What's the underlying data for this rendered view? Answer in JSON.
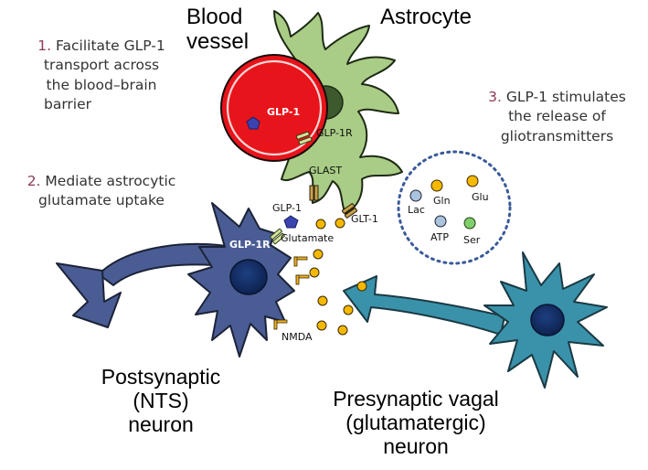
{
  "headings": {
    "blood_vessel": [
      "Blood",
      "vessel"
    ],
    "astrocyte": "Astrocyte",
    "postsynaptic": [
      "Postsynaptic",
      "(NTS)",
      "neuron"
    ],
    "presynaptic": [
      "Presynaptic vagal",
      "(glutamatergic)",
      "neuron"
    ]
  },
  "steps": [
    {
      "num": "1.",
      "lines": [
        "Facilitate GLP-1",
        "transport across",
        "the blood–brain",
        "barrier"
      ]
    },
    {
      "num": "2.",
      "lines": [
        "Mediate astrocytic",
        "glutamate uptake"
      ]
    },
    {
      "num": "3.",
      "lines": [
        "GLP-1 stimulates",
        "the release of",
        "gliotransmitters"
      ]
    }
  ],
  "labels": {
    "glp1_vessel": "GLP-1",
    "glp1r_astro": "GLP-1R",
    "glast": "GLAST",
    "glp1": "GLP-1",
    "glt1": "GLT-1",
    "glutamate": "Glutamate",
    "glp1r_neuron": "GLP-1R",
    "nmda": "NMDA",
    "lac": "Lac",
    "gln": "Gln",
    "glu": "Glu",
    "atp": "ATP",
    "ser": "Ser"
  },
  "colors": {
    "vessel_red": "#e8141b",
    "astrocyte_green": "#a9cd86",
    "post_neuron_blue": "#4a5c94",
    "pre_neuron_teal": "#3a92aa",
    "step_number": "#8b3a5a",
    "glutamate_dot": "#f5b800",
    "vesicle_border": "#3a5a9a"
  }
}
